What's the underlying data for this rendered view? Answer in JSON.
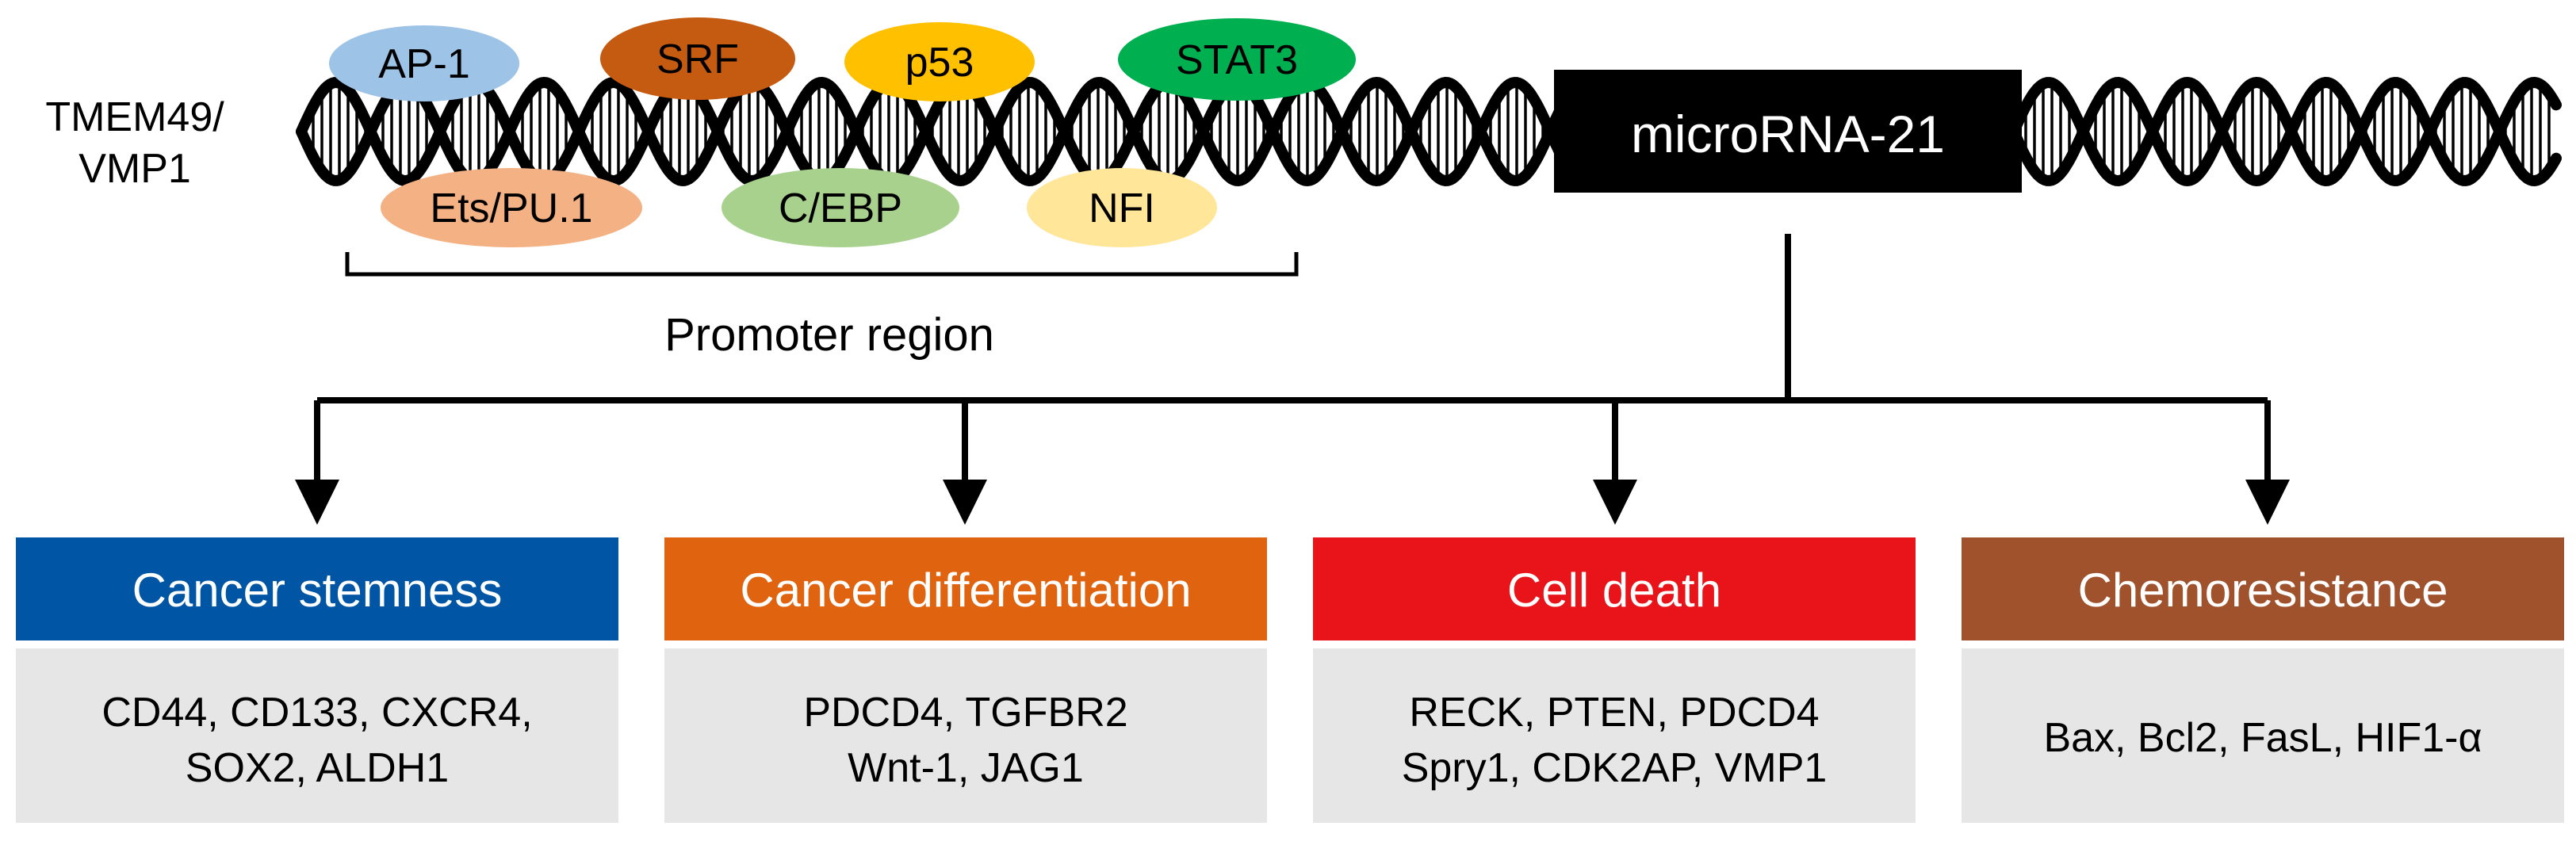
{
  "gene_label": [
    "TMEM49/",
    "VMP1"
  ],
  "mirna_label": "microRNA-21",
  "promoter_label": "Promoter region",
  "transcription_factors": [
    {
      "label": "AP-1",
      "color": "#9DC3E6",
      "text_color": "#000000"
    },
    {
      "label": "SRF",
      "color": "#C55A11",
      "text_color": "#000000"
    },
    {
      "label": "p53",
      "color": "#FFC000",
      "text_color": "#000000"
    },
    {
      "label": "STAT3",
      "color": "#00B050",
      "text_color": "#000000"
    },
    {
      "label": "Ets/PU.1",
      "color": "#F4B183",
      "text_color": "#000000"
    },
    {
      "label": "C/EBP",
      "color": "#A9D18E",
      "text_color": "#000000"
    },
    {
      "label": "NFI",
      "color": "#FFE699",
      "text_color": "#000000"
    }
  ],
  "categories": [
    {
      "title": "Cancer stemness",
      "color": "#0056A4",
      "targets": [
        "CD44, CD133, CXCR4,",
        "SOX2, ALDH1"
      ]
    },
    {
      "title": "Cancer differentiation",
      "color": "#E06410",
      "targets": [
        "PDCD4, TGFBR2",
        "Wnt-1, JAG1"
      ]
    },
    {
      "title": "Cell death",
      "color": "#E8141A",
      "targets": [
        "RECK, PTEN, PDCD4",
        "Spry1, CDK2AP, VMP1"
      ]
    },
    {
      "title": "Chemoresistance",
      "color": "#A0522D",
      "targets": [
        "Bax, Bcl2, FasL, HIF1-α"
      ]
    }
  ],
  "colors": {
    "dna": "#000000",
    "mirna_box": "#000000",
    "target_box": "#E6E6E6"
  }
}
